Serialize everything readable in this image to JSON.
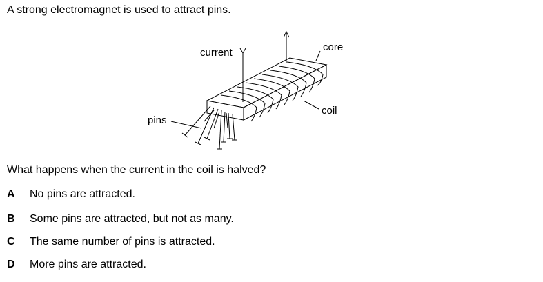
{
  "intro": "A strong electromagnet is used to attract pins.",
  "figure": {
    "labels": {
      "current": "current",
      "core": "core",
      "coil": "coil",
      "pins": "pins"
    }
  },
  "question": "What happens when the current in the coil is halved?",
  "options": [
    {
      "letter": "A",
      "text": "No pins are attracted."
    },
    {
      "letter": "B",
      "text": "Some pins are attracted, but not as many."
    },
    {
      "letter": "C",
      "text": "The same number of pins is attracted."
    },
    {
      "letter": "D",
      "text": "More pins are attracted."
    }
  ]
}
